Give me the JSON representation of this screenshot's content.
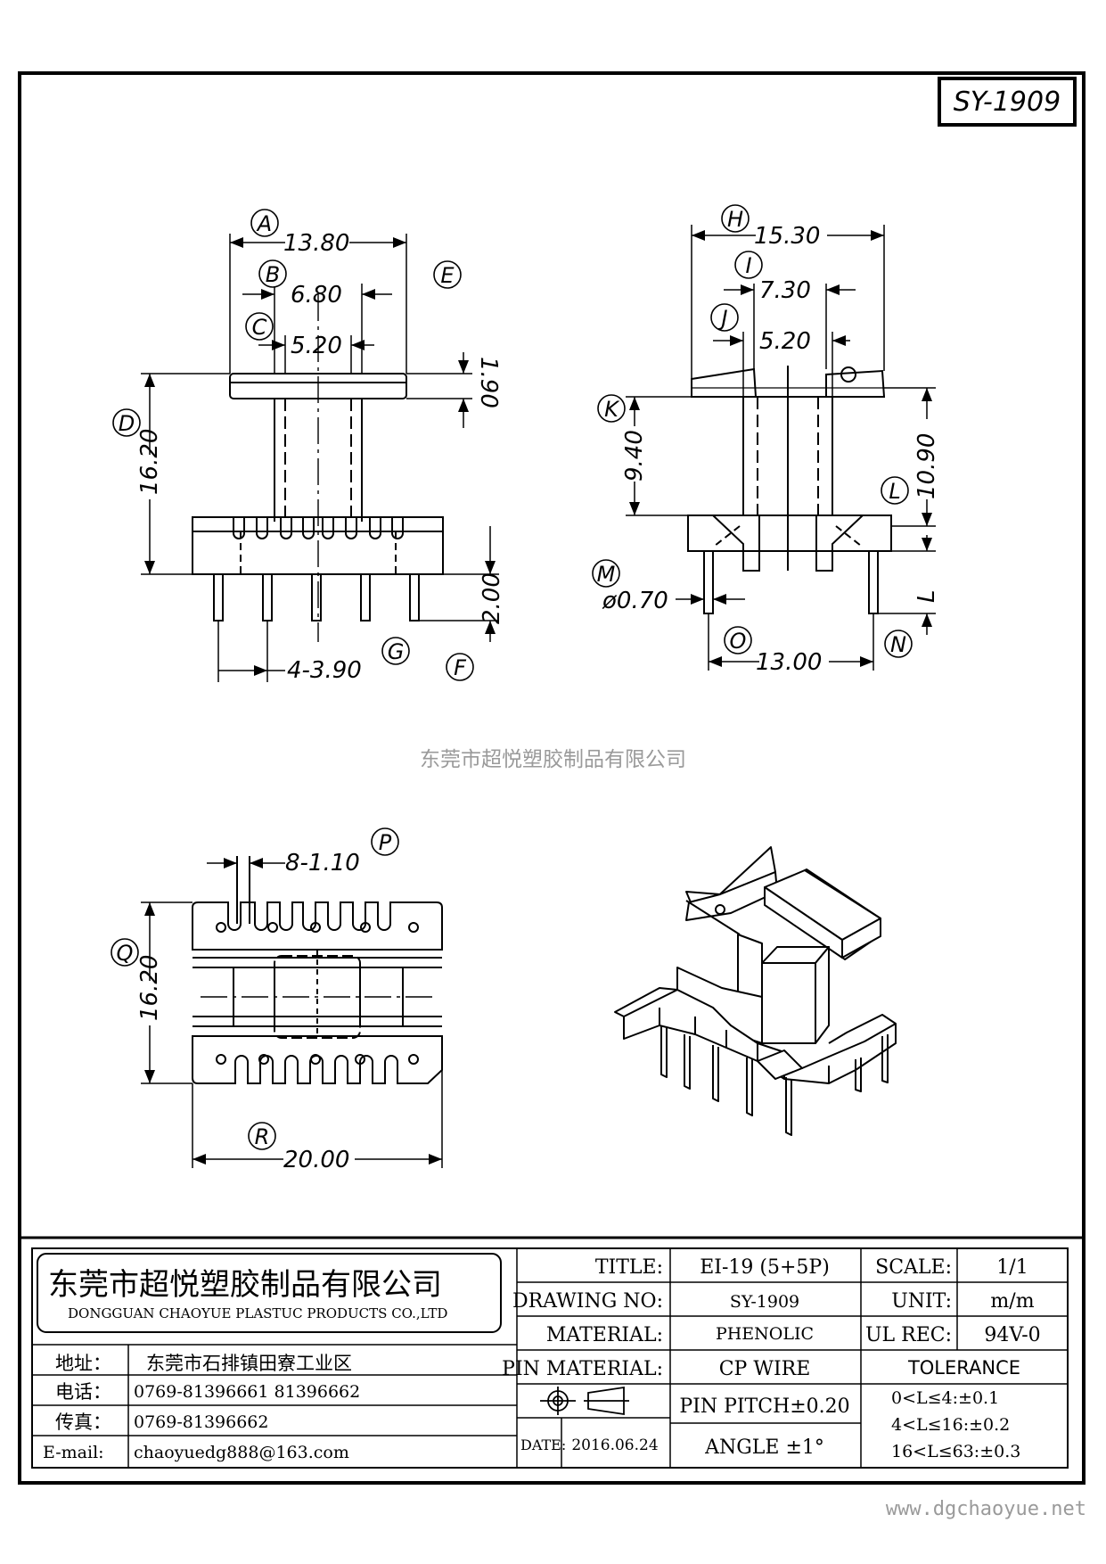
{
  "drawing_code": "SY-1909",
  "watermark_text": "东莞市超悦塑胶制品有限公司",
  "website": "www.dgchaoyue.net",
  "front_view": {
    "dims": {
      "A": "13.80",
      "B": "6.80",
      "C": "5.20",
      "D": "16.20",
      "E": "1.90",
      "F": "2.00",
      "G": "4-3.90"
    }
  },
  "side_view": {
    "dims": {
      "H": "15.30",
      "I": "7.30",
      "J": "5.20",
      "K": "9.40",
      "L": "10.90",
      "M": "ø0.70",
      "N": "L",
      "O": "13.00"
    }
  },
  "bottom_view": {
    "dims": {
      "P": "8-1.10",
      "Q": "16.20",
      "R": "20.00"
    }
  },
  "labels": [
    "A",
    "B",
    "C",
    "D",
    "E",
    "F",
    "G",
    "H",
    "I",
    "J",
    "K",
    "L",
    "M",
    "N",
    "O",
    "P",
    "Q",
    "R"
  ],
  "title_block": {
    "company_cn": "东莞市超悦塑胶制品有限公司",
    "company_en": "DONGGUAN CHAOYUE PLASTUC PRODUCTS CO.,LTD",
    "address_label": "地址：",
    "address_value": "东莞市石排镇田寮工业区",
    "phone_label": "电话：",
    "phone_value": "0769-81396661  81396662",
    "fax_label": "传真：",
    "fax_value": "0769-81396662",
    "email_label": "E-mail:",
    "email_value": "chaoyuedg888@163.com",
    "title_label": "TITLE:",
    "title_value": "EI-19 (5+5P)",
    "drawing_no_label": "DRAWING NO:",
    "drawing_no_value": "SY-1909",
    "material_label": "MATERIAL:",
    "material_value": "PHENOLIC",
    "pin_material_label": "PIN MATERIAL:",
    "pin_material_value": "CP WIRE",
    "date_label": "DATE:",
    "date_value": "2016.06.24",
    "pin_pitch": "PIN PITCH±0.20",
    "angle": "ANGLE  ±1°",
    "scale_label": "SCALE:",
    "scale_value": "1/1",
    "unit_label": "UNIT:",
    "unit_value": "m/m",
    "ul_label": "UL REC:",
    "ul_value": "94V-0",
    "tolerance_label": "TOLERANCE",
    "tolerance_lines": [
      "0<L≤4:±0.1",
      "4<L≤16:±0.2",
      "16<L≤63:±0.3"
    ]
  }
}
